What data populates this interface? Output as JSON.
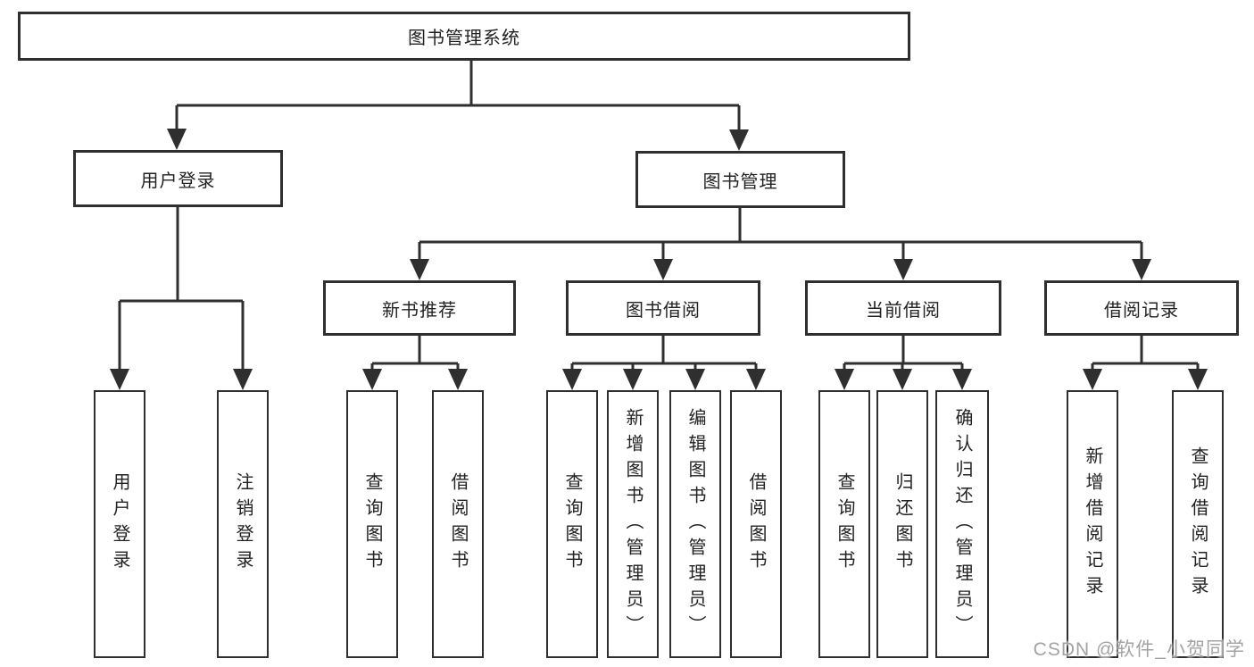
{
  "root": {
    "label": "图书管理系统"
  },
  "user_login": {
    "label": "用户登录",
    "children": [
      "用户登录",
      "注销登录"
    ]
  },
  "book_mgmt": {
    "label": "图书管理",
    "sections": [
      {
        "label": "新书推荐",
        "children": [
          "查询图书",
          "借阅图书"
        ]
      },
      {
        "label": "图书借阅",
        "children": [
          "查询图书",
          "新增图书（管理员）",
          "编辑图书（管理员）",
          "借阅图书"
        ]
      },
      {
        "label": "当前借阅",
        "children": [
          "查询图书",
          "归还图书",
          "确认归还（管理员）"
        ]
      },
      {
        "label": "借阅记录",
        "children": [
          "新增借阅记录",
          "查询借阅记录"
        ]
      }
    ]
  },
  "watermark": {
    "text": "CSDN @软件_小贺同学"
  },
  "colors": {
    "line": "#2f2f2f",
    "text": "#222222",
    "watermark": "#a3a3a3",
    "background": "#ffffff"
  }
}
